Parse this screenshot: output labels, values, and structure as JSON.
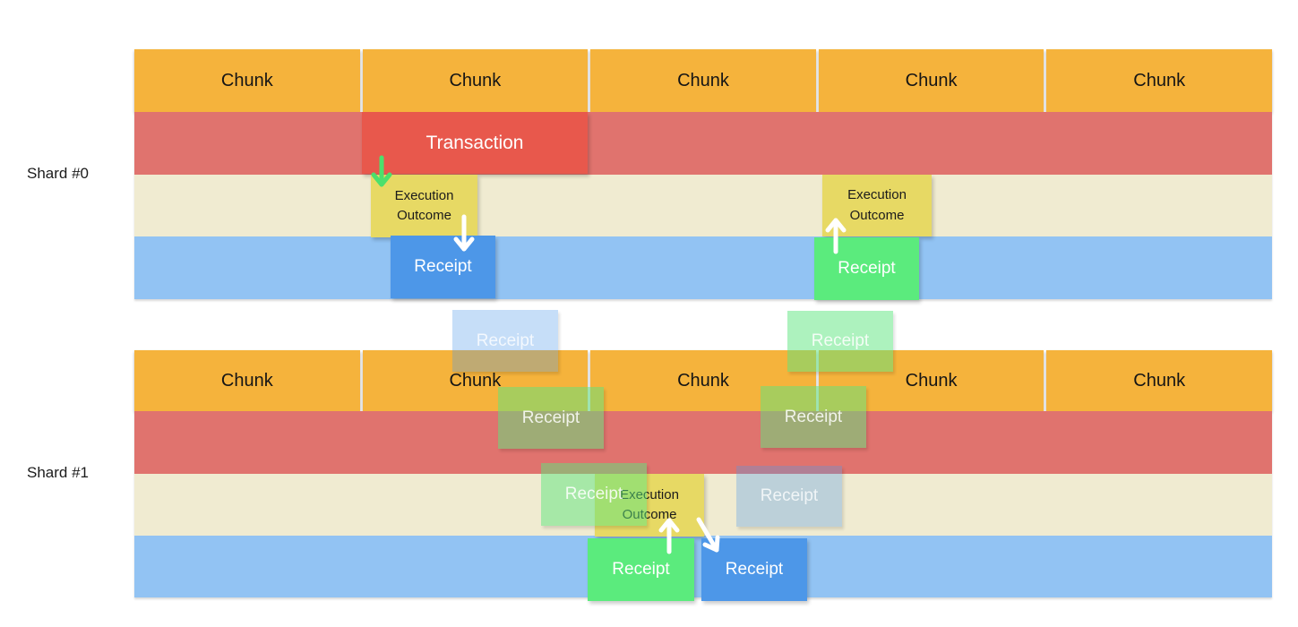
{
  "title": "Sharded chain transaction and receipt flow diagram",
  "labels": {
    "shard0": "Shard #0",
    "shard1": "Shard #1"
  },
  "colors": {
    "chunk_orange": "#F5B33C",
    "row_red": "#E0736E",
    "row_cream": "#F0EBD1",
    "row_blue": "#92C3F3",
    "transaction_red": "#E8584C",
    "execution_outcome_yellow": "#E7D964",
    "receipt_blue": "#4D97E8",
    "receipt_green": "#5BEB7D",
    "arrow_green": "#4CE06C",
    "arrow_white": "#FFFFFF"
  },
  "shard0": {
    "chunks": [
      "Chunk",
      "Chunk",
      "Chunk",
      "Chunk",
      "Chunk"
    ],
    "transaction": "Transaction",
    "execution_outcome_left": "Execution Outcome",
    "execution_outcome_right": "Execution Outcome",
    "receipt_blue": "Receipt",
    "receipt_green": "Receipt"
  },
  "between": {
    "receipt_lightblue": "Receipt",
    "receipt_lightgreen_upper": "Receipt",
    "receipt_green_left_lower": "Receipt",
    "receipt_green_right_lower": "Receipt"
  },
  "shard1": {
    "chunks": [
      "Chunk",
      "Chunk",
      "Chunk",
      "Chunk",
      "Chunk"
    ],
    "execution_outcome": "Execution Outcome",
    "receipt_green_overlay": "Receipt",
    "receipt_lightblue": "Receipt",
    "receipt_green": "Receipt",
    "receipt_blue": "Receipt"
  }
}
